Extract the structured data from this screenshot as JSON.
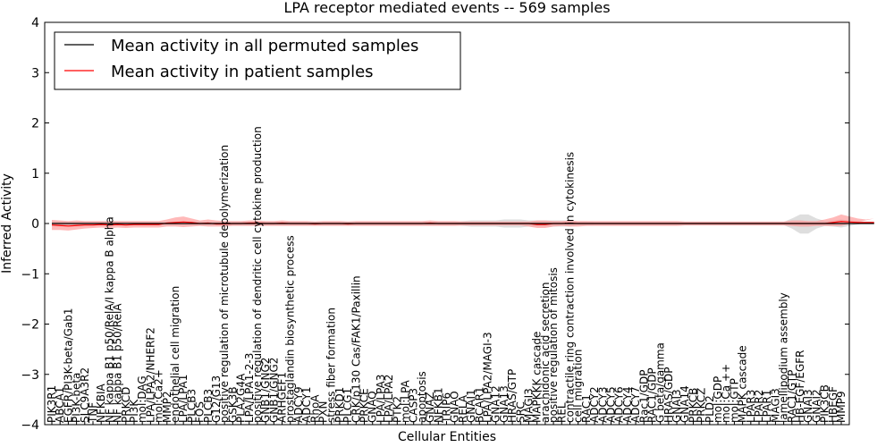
{
  "chart_data": {
    "type": "line",
    "title": "LPA receptor mediated events -- 569 samples",
    "xlabel": "Cellular Entities",
    "ylabel": "Inferred Activity",
    "ylim": [
      -4,
      4
    ],
    "yticks": [
      "4",
      "3",
      "2",
      "1",
      "0",
      "−1",
      "−2",
      "−3",
      "−4"
    ],
    "legend_position": "top-left",
    "grid": false,
    "colors": {
      "permuted": "#000000",
      "patient": "#ff0000",
      "patient_band": "#ff8a8a",
      "permuted_band": "#c8c8c8"
    },
    "categories": [
      "PIK3R1",
      "ABCA1",
      "EGFR/PI3K-beta/Gab1",
      "PI3K-beta",
      "SLC9A3R2",
      "TNF",
      "NFKBIA",
      "NF kappa B1 p50/RelA/I kappa B alpha",
      "NF kappa B1 p50/RelA",
      "PRKCD",
      "PI3K",
      "mol:DAG",
      "LPA/LPA2/NHERF2",
      "mol:Ca2+",
      "MMP2",
      "endothelial cell migration",
      "LPA/LPA1",
      "PLCB3",
      "FOS",
      "PLCB3",
      "G12/G13",
      "positive regulation of microtubule depolymerization",
      "GSK3B",
      "PLA2G4A",
      "LPA/LPA1-2-3",
      "positive regulation of dendritic cell cytokine production",
      "GNB1/GNG2",
      "GNB1/GNG2",
      "ARHGEF1",
      "prostaglandin biosynthetic process",
      "ADCY9",
      "ADCY1",
      "RhoA",
      "PXN",
      "stress fiber formation",
      "PRKD1",
      "PLCG1",
      "CRK/p130 Cas/FAK1/Paxillin",
      "PRKCE",
      "GNAQ",
      "LPA/LPA3",
      "LPA/LPA2",
      "PTK2",
      "mol:LPA",
      "CASP3",
      "apoptosis",
      "GNAZ",
      "NFKB1",
      "TRIP6",
      "GNAO",
      "RELA",
      "GNAI1",
      "BCAR1",
      "LPA/LPA2/MAGI-3",
      "GNA12",
      "GNA13",
      "HRAS/GTP",
      "SRC",
      "MAGI3",
      "MAPKKK cascade",
      "arachidonic acid secretion",
      "positive regulation of mitosis",
      "REL",
      "contractile ring contraction involved in cytokinesis",
      "cell migration",
      "RAC1",
      "ADCY2",
      "ADCY3",
      "ADCY5",
      "ADCY6",
      "ADCY4",
      "ADCY7",
      "Rac1/GDP",
      "RAC1/GDP",
      "G beta/gamma",
      "HRAS/GDP",
      "GNAI3",
      "GNA14",
      "PRKCB",
      "PRKCZ",
      "PLD2",
      "mol:GDP",
      "mol:Ca ++",
      "mol:GTP",
      "MAPK cascade",
      "LPAR3",
      "LPAR2",
      "LPAR1",
      "MAGI3",
      "lamellipodium assembly",
      "RAC1/GTP",
      "HB-EGF/EGFR",
      "GNAI3",
      "GNAI2",
      "PIK3CB",
      "HBEGF",
      "MMP9"
    ],
    "series": [
      {
        "name": "Mean activity in all permuted samples",
        "values": [
          0,
          0,
          0,
          0,
          0,
          0,
          0,
          0,
          0,
          0,
          0,
          0,
          0,
          0,
          0,
          0,
          0,
          0,
          0,
          0,
          0,
          0,
          0,
          0,
          0,
          0,
          0,
          0,
          0,
          0,
          0,
          0,
          0,
          0,
          0,
          0,
          0,
          0,
          0,
          0,
          0,
          0,
          0,
          0,
          0,
          0,
          0,
          0,
          0,
          0,
          0,
          0,
          0,
          0,
          0,
          0,
          0,
          0,
          0,
          0,
          0,
          0,
          0,
          0,
          0,
          0,
          0,
          0,
          0,
          0,
          0,
          0,
          0,
          0,
          0,
          0,
          0,
          0,
          0,
          0,
          0,
          0,
          0,
          0,
          0,
          0,
          0,
          0,
          0,
          0,
          0,
          0,
          0,
          0,
          0,
          0,
          0,
          0,
          0,
          0,
          0
        ],
        "band_low": [
          -0.04,
          -0.04,
          -0.03,
          -0.03,
          -0.03,
          -0.03,
          -0.03,
          -0.03,
          -0.03,
          -0.03,
          -0.03,
          -0.03,
          -0.03,
          -0.03,
          -0.03,
          -0.03,
          -0.03,
          -0.03,
          -0.03,
          -0.03,
          -0.03,
          -0.03,
          -0.03,
          -0.03,
          -0.03,
          -0.03,
          -0.03,
          -0.03,
          -0.03,
          -0.03,
          -0.03,
          -0.03,
          -0.03,
          -0.03,
          -0.03,
          -0.03,
          -0.03,
          -0.03,
          -0.03,
          -0.03,
          -0.03,
          -0.03,
          -0.03,
          -0.03,
          -0.03,
          -0.03,
          -0.03,
          -0.03,
          -0.03,
          -0.03,
          -0.05,
          -0.06,
          -0.06,
          -0.06,
          -0.06,
          -0.08,
          -0.08,
          -0.08,
          -0.06,
          -0.06,
          -0.06,
          -0.06,
          -0.06,
          -0.06,
          -0.04,
          -0.04,
          -0.03,
          -0.03,
          -0.03,
          -0.03,
          -0.03,
          -0.03,
          -0.03,
          -0.03,
          -0.03,
          -0.03,
          -0.03,
          -0.03,
          -0.03,
          -0.03,
          -0.03,
          -0.03,
          -0.03,
          -0.03,
          -0.03,
          -0.03,
          -0.03,
          -0.03,
          -0.03,
          -0.03,
          -0.1,
          -0.2,
          -0.2,
          -0.1,
          -0.05,
          -0.06,
          -0.08,
          -0.06,
          -0.05,
          -0.04,
          -0.04
        ],
        "band_high": [
          0.04,
          0.04,
          0.03,
          0.03,
          0.03,
          0.03,
          0.03,
          0.03,
          0.03,
          0.03,
          0.03,
          0.03,
          0.03,
          0.03,
          0.03,
          0.03,
          0.03,
          0.03,
          0.03,
          0.03,
          0.03,
          0.03,
          0.03,
          0.03,
          0.03,
          0.03,
          0.03,
          0.03,
          0.03,
          0.03,
          0.03,
          0.03,
          0.03,
          0.03,
          0.03,
          0.03,
          0.03,
          0.03,
          0.03,
          0.03,
          0.03,
          0.03,
          0.03,
          0.03,
          0.03,
          0.03,
          0.03,
          0.03,
          0.03,
          0.03,
          0.05,
          0.06,
          0.06,
          0.06,
          0.06,
          0.08,
          0.08,
          0.08,
          0.06,
          0.06,
          0.06,
          0.06,
          0.06,
          0.06,
          0.04,
          0.04,
          0.03,
          0.03,
          0.03,
          0.03,
          0.03,
          0.03,
          0.03,
          0.03,
          0.03,
          0.03,
          0.03,
          0.03,
          0.03,
          0.03,
          0.03,
          0.03,
          0.03,
          0.03,
          0.03,
          0.03,
          0.03,
          0.03,
          0.03,
          0.03,
          0.1,
          0.18,
          0.18,
          0.1,
          0.05,
          0.06,
          0.08,
          0.06,
          0.05,
          0.04,
          0.04
        ]
      },
      {
        "name": "Mean activity in patient samples",
        "values": [
          -0.03,
          -0.04,
          -0.05,
          -0.04,
          -0.03,
          -0.03,
          -0.02,
          -0.03,
          -0.02,
          -0.03,
          -0.02,
          -0.02,
          -0.02,
          -0.02,
          0.01,
          0.02,
          0.03,
          0.02,
          0,
          0.01,
          -0.01,
          -0.01,
          0,
          0,
          0.01,
          0.01,
          0,
          0,
          0.01,
          0,
          0,
          0,
          -0.01,
          0,
          0,
          0,
          -0.01,
          0,
          0,
          0,
          0,
          0,
          0,
          0,
          0,
          0,
          0.01,
          0,
          0,
          0,
          0,
          0,
          0,
          0,
          0,
          0,
          0,
          0,
          0,
          -0.02,
          -0.02,
          0,
          0,
          0.01,
          0,
          0,
          0,
          0,
          0,
          0,
          0,
          0,
          0,
          0,
          0,
          0,
          0,
          0,
          0,
          0,
          0,
          0,
          0,
          0,
          0,
          0,
          0,
          0,
          0,
          0,
          0,
          0,
          0,
          0,
          0,
          0.02,
          0.04,
          0.03,
          0.02,
          0.02,
          0.02
        ],
        "band_low": [
          -0.13,
          -0.13,
          -0.14,
          -0.12,
          -0.1,
          -0.09,
          -0.08,
          -0.09,
          -0.08,
          -0.09,
          -0.08,
          -0.08,
          -0.08,
          -0.08,
          -0.06,
          -0.06,
          -0.07,
          -0.06,
          -0.05,
          -0.06,
          -0.06,
          -0.06,
          -0.05,
          -0.05,
          -0.05,
          -0.05,
          -0.05,
          -0.05,
          -0.05,
          -0.05,
          -0.05,
          -0.05,
          -0.05,
          -0.05,
          -0.05,
          -0.05,
          -0.05,
          -0.05,
          -0.05,
          -0.05,
          -0.05,
          -0.05,
          -0.05,
          -0.05,
          -0.05,
          -0.05,
          -0.05,
          -0.05,
          -0.05,
          -0.05,
          -0.04,
          -0.04,
          -0.04,
          -0.04,
          -0.04,
          -0.04,
          -0.04,
          -0.04,
          -0.06,
          -0.09,
          -0.09,
          -0.06,
          -0.05,
          -0.06,
          -0.06,
          -0.05,
          -0.05,
          -0.05,
          -0.05,
          -0.05,
          -0.05,
          -0.05,
          -0.05,
          -0.05,
          -0.05,
          -0.05,
          -0.05,
          -0.04,
          -0.04,
          -0.04,
          -0.04,
          -0.04,
          -0.04,
          -0.04,
          -0.04,
          -0.04,
          -0.04,
          -0.04,
          -0.04,
          -0.04,
          -0.05,
          -0.06,
          -0.06,
          -0.05,
          -0.05,
          -0.05,
          -0.05,
          -0.08,
          -0.1,
          -0.08,
          -0.06
        ],
        "band_high": [
          0.07,
          0.06,
          0.05,
          0.06,
          0.05,
          0.05,
          0.05,
          0.05,
          0.05,
          0.05,
          0.05,
          0.05,
          0.05,
          0.05,
          0.08,
          0.12,
          0.14,
          0.1,
          0.06,
          0.08,
          0.06,
          0.05,
          0.05,
          0.05,
          0.06,
          0.06,
          0.05,
          0.05,
          0.06,
          0.05,
          0.05,
          0.05,
          0.04,
          0.05,
          0.05,
          0.05,
          0.04,
          0.05,
          0.05,
          0.05,
          0.05,
          0.05,
          0.05,
          0.05,
          0.05,
          0.05,
          0.06,
          0.05,
          0.05,
          0.05,
          0.04,
          0.04,
          0.04,
          0.04,
          0.04,
          0.04,
          0.04,
          0.04,
          0.04,
          0.06,
          0.06,
          0.05,
          0.05,
          0.06,
          0.05,
          0.05,
          0.05,
          0.05,
          0.05,
          0.05,
          0.05,
          0.05,
          0.05,
          0.05,
          0.05,
          0.05,
          0.05,
          0.04,
          0.04,
          0.04,
          0.04,
          0.04,
          0.04,
          0.04,
          0.04,
          0.04,
          0.04,
          0.04,
          0.04,
          0.04,
          0.06,
          0.06,
          0.05,
          0.05,
          0.08,
          0.12,
          0.18,
          0.14,
          0.1,
          0.08,
          0.1
        ]
      }
    ]
  }
}
